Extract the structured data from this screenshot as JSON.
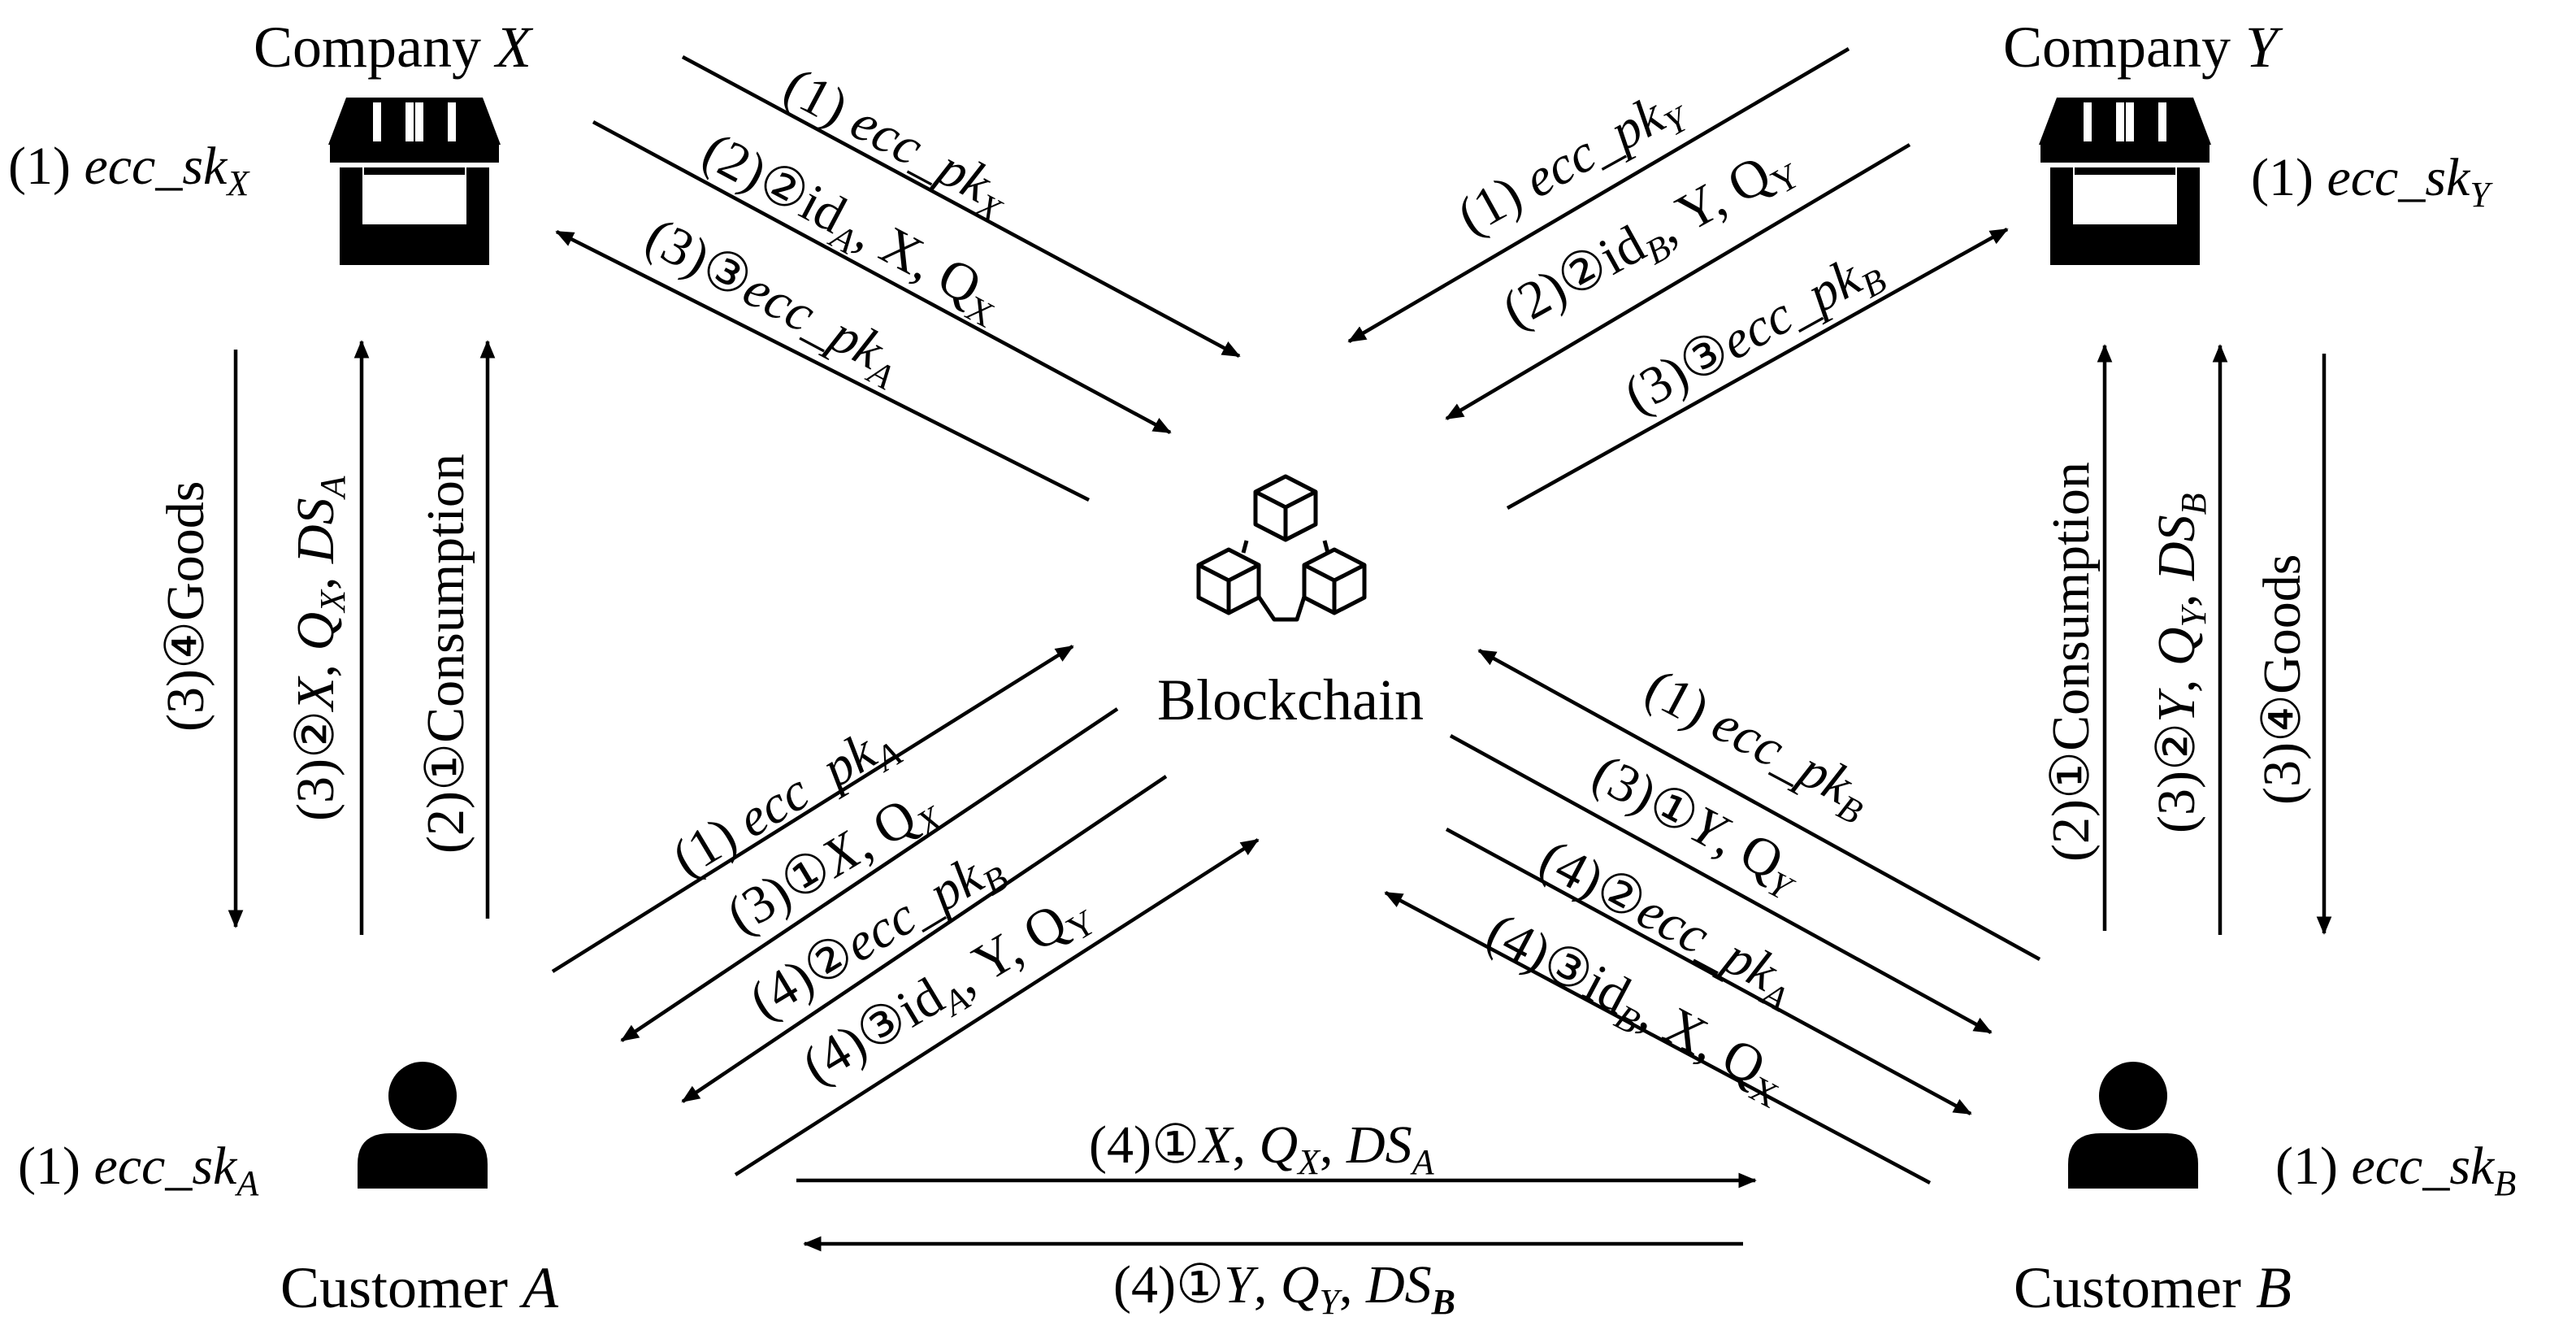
{
  "colors": {
    "ink": "#000000",
    "background": "#ffffff"
  },
  "nodes": {
    "company_x": {
      "text": "Company ",
      "var": "X",
      "icon": "store-icon"
    },
    "company_y": {
      "text": "Company ",
      "var": "Y",
      "icon": "store-icon"
    },
    "customer_a": {
      "text": "Customer ",
      "var": "A",
      "icon": "person-icon"
    },
    "customer_b": {
      "text": "Customer ",
      "var": "B",
      "icon": "person-icon"
    },
    "blockchain": {
      "text": "Blockchain",
      "icon": "blockchain-cubes-icon"
    }
  },
  "keys": {
    "sk_x": {
      "step": "(1) ",
      "name": "ecc_sk",
      "sub": "X"
    },
    "sk_y": {
      "step": "(1) ",
      "name": "ecc_sk",
      "sub": "Y"
    },
    "sk_a": {
      "step": "(1) ",
      "name": "ecc_sk",
      "sub": "A"
    },
    "sk_b": {
      "step": "(1) ",
      "name": "ecc_sk",
      "sub": "B"
    }
  },
  "messages": {
    "x_pk": {
      "step": "(1) ",
      "name": "ecc_pk",
      "sub": "X"
    },
    "x_id": {
      "step": "(2)②id",
      "sub1": "A",
      "rest": ", X, Q",
      "sub2": "X"
    },
    "x_pka": {
      "step": "(3)③",
      "name": "ecc_pk",
      "sub": "A"
    },
    "y_pk": {
      "step": "(1) ",
      "name": "ecc_pk",
      "sub": "Y"
    },
    "y_id": {
      "step": "(2)②id",
      "sub1": "B",
      "rest": ", Y, Q",
      "sub2": "Y"
    },
    "y_pkb": {
      "step": "(3)③",
      "name": "ecc_pk",
      "sub": "B"
    },
    "a_pk": {
      "step": "(1) ",
      "name": "ecc_pk",
      "sub": "A"
    },
    "a_xq": {
      "step": "(3)①",
      "v": "X",
      "mid": ", Q",
      "sub": "X"
    },
    "a_pkb": {
      "step": "(4)②",
      "name": "ecc_pk",
      "sub": "B"
    },
    "a_id": {
      "step": "(4)③id",
      "sub1": "A",
      "rest": ", Y, Q",
      "sub2": "Y"
    },
    "b_pk": {
      "step": "(1) ",
      "name": "ecc_pk",
      "sub": "B"
    },
    "b_yq": {
      "step": "(3)①",
      "v": "Y",
      "mid": ", Q",
      "sub": "Y"
    },
    "b_pka": {
      "step": "(4)②",
      "name": "ecc_pk",
      "sub": "A"
    },
    "b_id": {
      "step": "(4)③id",
      "sub1": "B",
      "rest": ", X, Q",
      "sub2": "X"
    },
    "ab": {
      "step": "(4)①",
      "v": "X",
      "q": "Q",
      "qsub": "X",
      "ds": "DS",
      "dssub": "A"
    },
    "ba": {
      "step": "(4)①",
      "v": "Y",
      "q": "Q",
      "qsub": "Y",
      "ds": "DS",
      "dssub": "B"
    },
    "xa_goods": {
      "text": "(3)④Goods"
    },
    "ax_qx": {
      "step": "(3)②",
      "v": "X",
      "q": "Q",
      "qsub": "X",
      "ds": "DS",
      "dssub": "A"
    },
    "ax_cons": {
      "text": "(2)①Consumption"
    },
    "by_cons": {
      "text": "(2)①Consumption"
    },
    "by_qy": {
      "step": "(3)②",
      "v": "Y",
      "q": "Q",
      "qsub": "Y",
      "ds": "DS",
      "dssub": "B"
    },
    "yb_goods": {
      "text": "(3)④Goods"
    }
  }
}
